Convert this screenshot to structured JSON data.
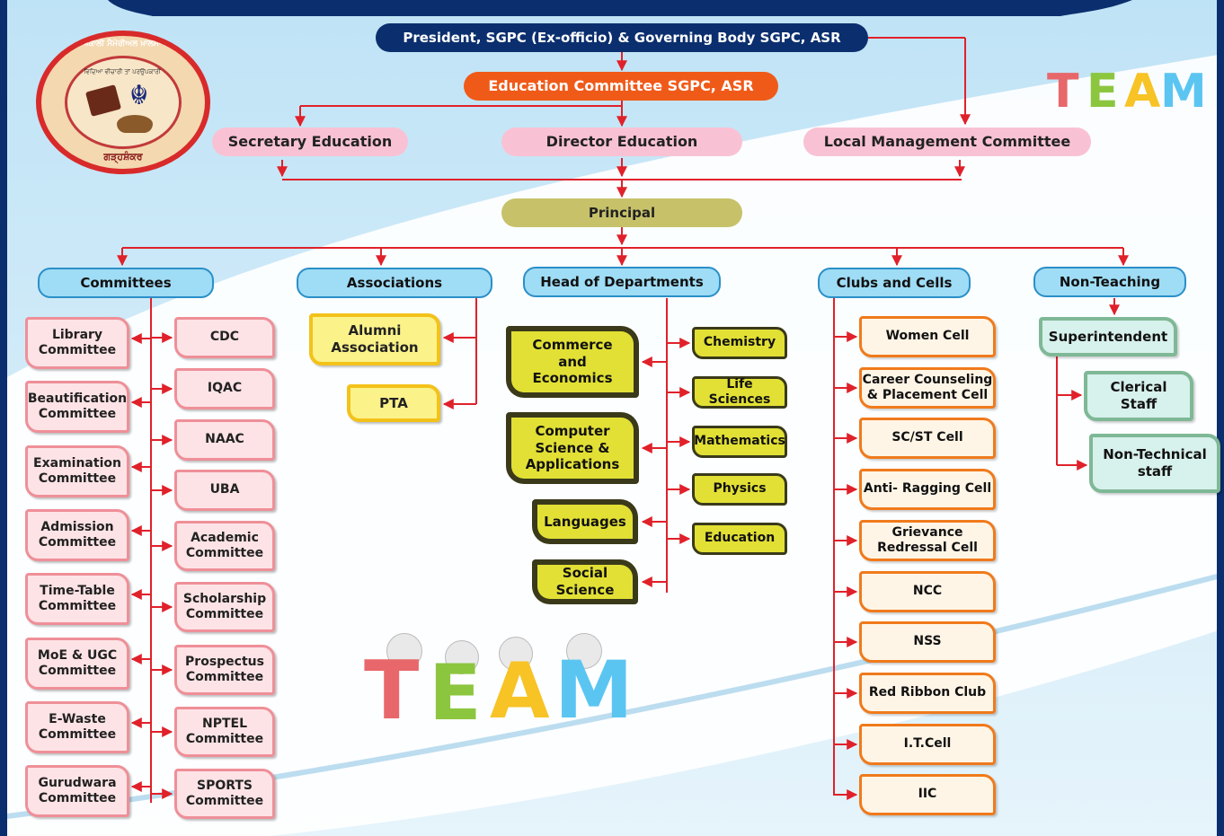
{
  "top": {
    "president": "President, SGPC (Ex-officio) & Governing Body SGPC, ASR",
    "education_committee": "Education Committee SGPC, ASR",
    "secretary": "Secretary Education",
    "director": "Director Education",
    "local_management": "Local Management Committee",
    "principal": "Principal"
  },
  "logo": {
    "text": "ਬੱਬਰ ਅਕਾਲੀ ਮੈਮੋਰੀਅਲ ਖ਼ਾਲਸਾ ਕਾਲਜ",
    "motto": "ਵਿਦਿਆ ਵੀਚਾਰੀ ਤਾਂ ਪਰਉਪਕਾਰੀ",
    "city": "ਗੜ੍ਹਸ਼ੰਕਰ"
  },
  "team_word": [
    "T",
    "E",
    "A",
    "M"
  ],
  "headers": {
    "committees": "Committees",
    "associations": "Associations",
    "hods": "Head of Departments",
    "clubs": "Clubs and Cells",
    "non_teaching": "Non-Teaching"
  },
  "committees_left": [
    [
      "Library",
      "Committee"
    ],
    [
      "Beautification",
      "Committee"
    ],
    [
      "Examination",
      "Committee"
    ],
    [
      "Admission",
      "Committee"
    ],
    [
      "Time-Table",
      "Committee"
    ],
    [
      "MoE & UGC",
      "Committee"
    ],
    [
      "E-Waste",
      "Committee"
    ],
    [
      "Gurudwara",
      "Committee"
    ]
  ],
  "committees_right": [
    [
      "CDC"
    ],
    [
      "IQAC"
    ],
    [
      "NAAC"
    ],
    [
      "UBA"
    ],
    [
      "Academic",
      "Committee"
    ],
    [
      "Scholarship",
      "Committee"
    ],
    [
      "Prospectus",
      "Committee"
    ],
    [
      "NPTEL",
      "Committee"
    ],
    [
      "SPORTS",
      "Committee"
    ]
  ],
  "associations": [
    [
      "Alumni",
      "Association"
    ],
    [
      "PTA"
    ]
  ],
  "departments_main": [
    [
      "Commerce",
      "and",
      "Economics"
    ],
    [
      "Computer",
      "Science &",
      "Applications"
    ],
    [
      "Languages"
    ],
    [
      "Social",
      "Science"
    ]
  ],
  "departments_small": [
    "Chemistry",
    "Life Sciences",
    "Mathematics",
    "Physics",
    "Education"
  ],
  "clubs": [
    [
      "Women Cell"
    ],
    [
      "Career Counseling",
      "& Placement Cell"
    ],
    [
      "SC/ST Cell"
    ],
    [
      "Anti- Ragging Cell"
    ],
    [
      "Grievance",
      "Redressal Cell"
    ],
    [
      "NCC"
    ],
    [
      "NSS"
    ],
    [
      "Red Ribbon Club"
    ],
    [
      "I.T.Cell"
    ],
    [
      "IIC"
    ]
  ],
  "non_teaching": {
    "superintendent": "Superintendent",
    "clerical": [
      "Clerical",
      "Staff"
    ],
    "non_technical": [
      "Non-Technical",
      "staff"
    ]
  },
  "colors": {
    "arrow": "#e0212a",
    "background": "#dbeef9",
    "frame": "#0b2f6e"
  }
}
